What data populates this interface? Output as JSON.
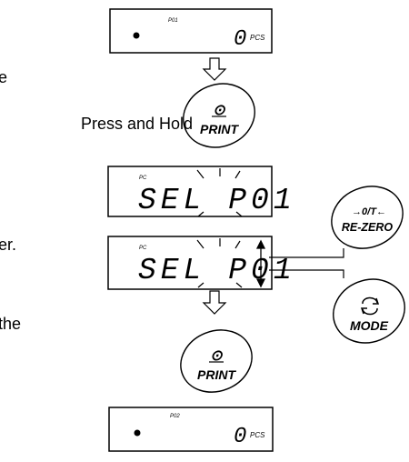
{
  "instructions": {
    "line1_fragment": "e",
    "press_hold": "Press and Hold",
    "line3_fragment": "er.",
    "line4_fragment": "the"
  },
  "displays": {
    "top": {
      "small": "P01",
      "value": "0",
      "unit": "PCS"
    },
    "sel1": {
      "small": "PC",
      "text": "SEL P01"
    },
    "sel2": {
      "small": "PC",
      "text": "SEL P01"
    },
    "bottom": {
      "small": "P02",
      "value": "0",
      "unit": "PCS"
    }
  },
  "buttons": {
    "print_top": {
      "symbol": "⊙",
      "label": "PRINT"
    },
    "rezero": {
      "top": "→0/T←",
      "label": "RE-ZERO"
    },
    "mode": {
      "symbol": "↻",
      "label": "MODE"
    },
    "print_bottom": {
      "symbol": "⊙",
      "label": "PRINT"
    }
  }
}
